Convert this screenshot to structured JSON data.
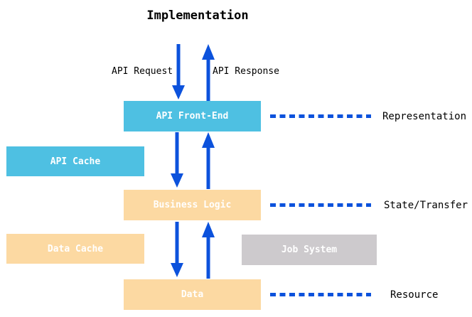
{
  "title": "Implementation",
  "colors": {
    "background": "#FFFFFF",
    "cyan": "#4EC0E2",
    "peach": "#FCD9A2",
    "gray": "#CDCACD",
    "blue": "#0C52DC",
    "text": "#000000",
    "box_text": "#FFFFFF"
  },
  "flow": {
    "request_label": "API Request",
    "response_label": "API Response"
  },
  "layers": [
    {
      "label": "API Front-End",
      "annotation": "Representation"
    },
    {
      "label": "Business Logic",
      "annotation": "State/Transfer"
    },
    {
      "label": "Data",
      "annotation": "Resource"
    }
  ],
  "side_boxes": [
    {
      "label": "API Cache"
    },
    {
      "label": "Data Cache"
    },
    {
      "label": "Job System"
    }
  ]
}
